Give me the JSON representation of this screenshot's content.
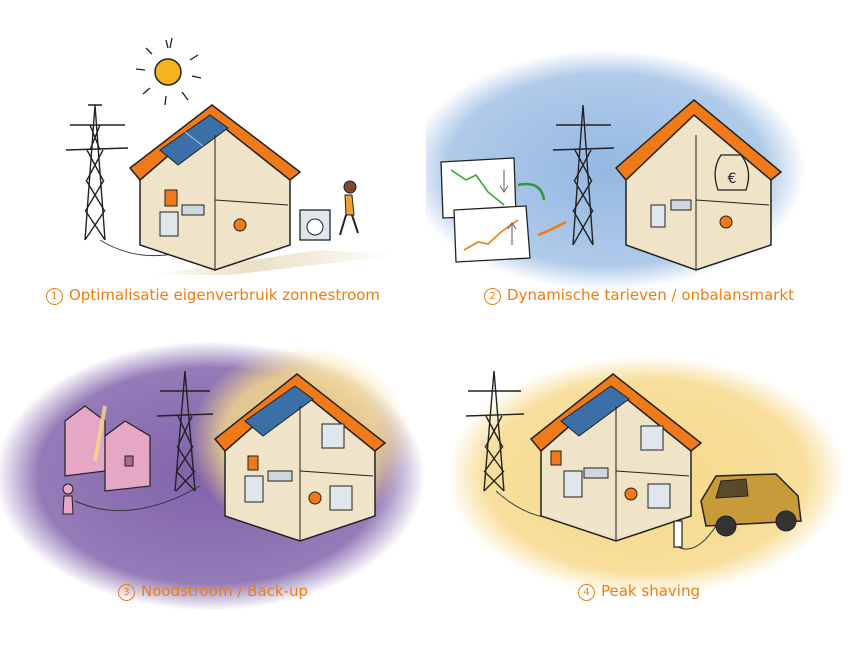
{
  "panels": [
    {
      "number": "1",
      "label": "Optimalisatie eigenverbruik zonnestroom"
    },
    {
      "number": "2",
      "label": "Dynamische tarieven / onbalansmarkt"
    },
    {
      "number": "3",
      "label": "Noodstroom / Back-up"
    },
    {
      "number": "4",
      "label": "Peak shaving"
    }
  ],
  "colors": {
    "accent": "#ef7d0f",
    "roof": "#f07a1a",
    "house_wall": "#efe3c8",
    "solar_panel": "#3b6fa8",
    "blue_glow": "#8fb4e0",
    "purple_glow": "#7a5aa6",
    "yellow_glow": "#f6d98a",
    "car": "#c89a3a"
  },
  "icons": {
    "sun": "sun-icon",
    "pylon": "power-pylon-icon",
    "euro_bag": "euro-money-bag-icon",
    "price_down_chart": "price-down-chart-icon",
    "price_up_chart": "price-up-chart-icon"
  }
}
